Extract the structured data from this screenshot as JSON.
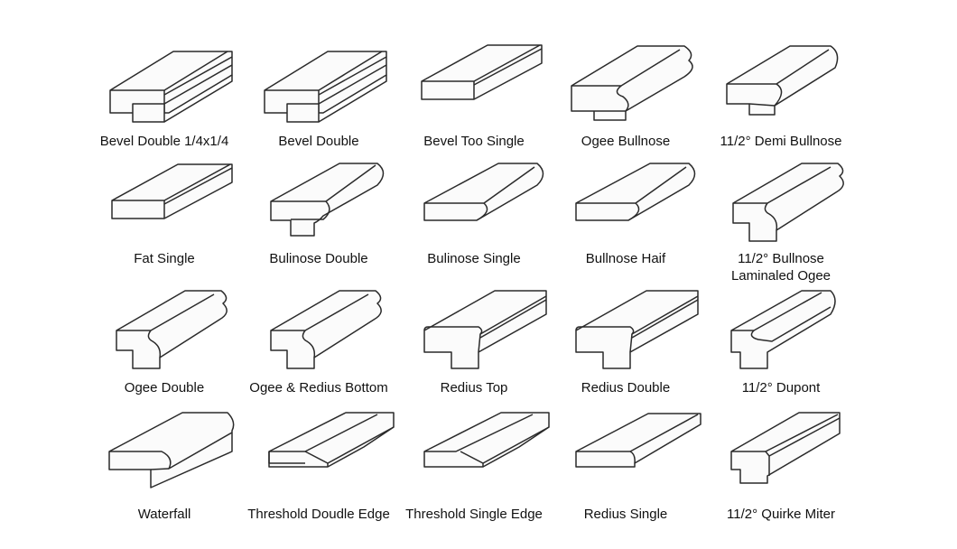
{
  "edge_profiles": [
    {
      "label": "Bevel Double 1/4x1/4",
      "icon": "bevel-double-quarter-profile"
    },
    {
      "label": "Bevel Double",
      "icon": "bevel-double-profile"
    },
    {
      "label": "Bevel Too Single",
      "icon": "bevel-single-profile"
    },
    {
      "label": "Ogee Bullnose",
      "icon": "ogee-bullnose-profile"
    },
    {
      "label": "11/2° Demi Bullnose",
      "icon": "demi-bullnose-profile"
    },
    {
      "label": "Fat Single",
      "icon": "flat-single-profile"
    },
    {
      "label": "Bulinose Double",
      "icon": "bullnose-double-profile"
    },
    {
      "label": "Bulinose Single",
      "icon": "bullnose-single-profile"
    },
    {
      "label": "Bullnose Haif",
      "icon": "bullnose-half-profile"
    },
    {
      "label": "11/2° Bullnose\nLaminaled Ogee",
      "icon": "bullnose-laminated-ogee-profile"
    },
    {
      "label": "Ogee Double",
      "icon": "ogee-double-profile"
    },
    {
      "label": "Ogee & Redius Bottom",
      "icon": "ogee-radius-bottom-profile"
    },
    {
      "label": "Redius Top",
      "icon": "radius-top-profile"
    },
    {
      "label": "Redius Double",
      "icon": "radius-double-profile"
    },
    {
      "label": "11/2° Dupont",
      "icon": "dupont-profile"
    },
    {
      "label": "Waterfall",
      "icon": "waterfall-profile"
    },
    {
      "label": "Threshold Doudle Edge",
      "icon": "threshold-double-edge-profile"
    },
    {
      "label": "Threshold Single Edge",
      "icon": "threshold-single-edge-profile"
    },
    {
      "label": "Redius Single",
      "icon": "radius-single-profile"
    },
    {
      "label": "11/2° Quirke Miter",
      "icon": "quirk-miter-profile"
    }
  ]
}
